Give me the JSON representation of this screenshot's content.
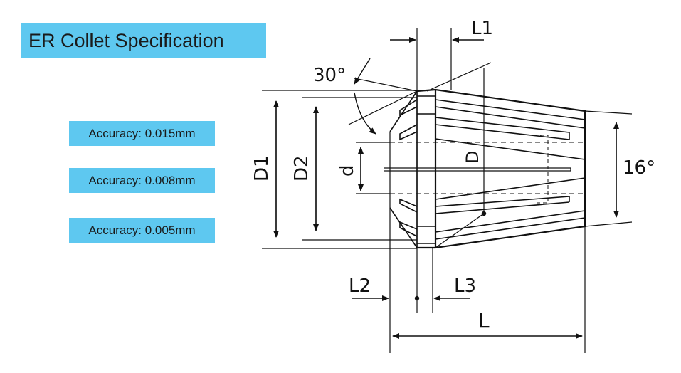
{
  "title": "ER Collet Specification",
  "accuracy_labels": [
    "Accuracy: 0.015mm",
    "Accuracy: 0.008mm",
    "Accuracy: 0.005mm"
  ],
  "dimensions": {
    "L1": "L1",
    "L2": "L2",
    "L3": "L3",
    "L": "L",
    "D1": "D1",
    "D2": "D2",
    "d": "d",
    "D": "D",
    "angle_30": "30°",
    "angle_16": "16°"
  },
  "colors": {
    "accent": "#5ec8f0",
    "ink": "#111111"
  }
}
